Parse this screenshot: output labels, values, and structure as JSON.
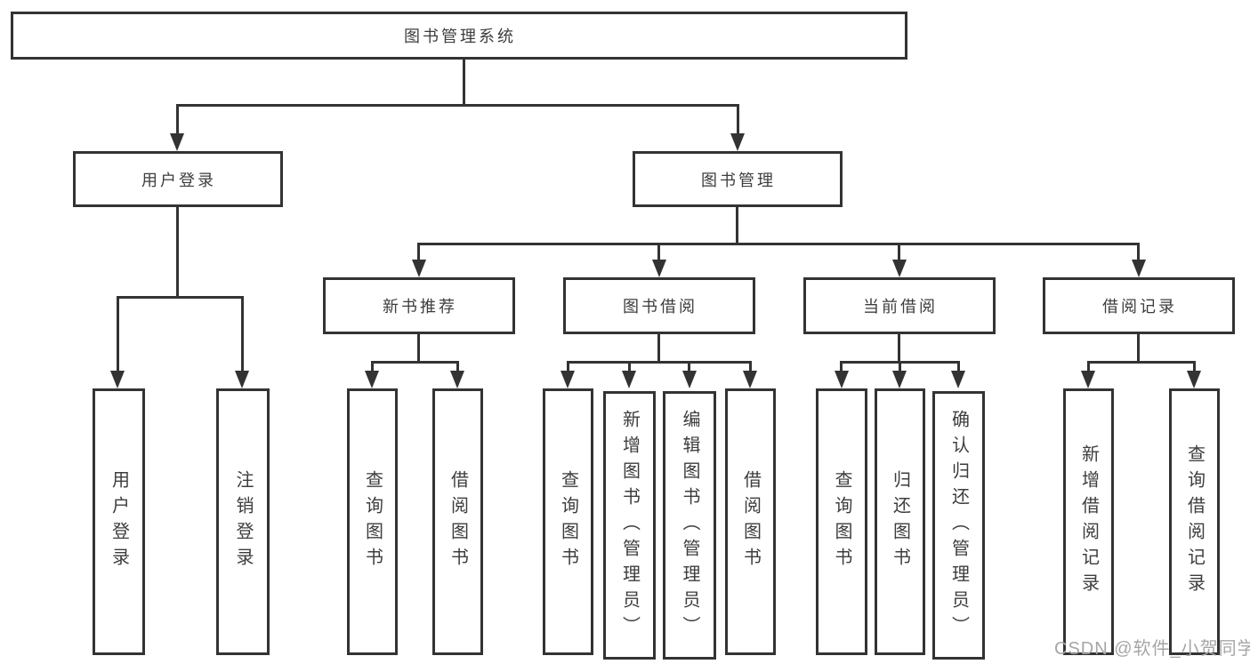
{
  "diagram": {
    "root": {
      "label": "图书管理系统"
    },
    "level2": [
      {
        "label": "用户登录"
      },
      {
        "label": "图书管理"
      }
    ],
    "level3": [
      {
        "label": "新书推荐",
        "parent": "图书管理"
      },
      {
        "label": "图书借阅",
        "parent": "图书管理"
      },
      {
        "label": "当前借阅",
        "parent": "图书管理"
      },
      {
        "label": "借阅记录",
        "parent": "图书管理"
      }
    ],
    "leaves": [
      {
        "label": "用户登录",
        "parent": "用户登录"
      },
      {
        "label": "注销登录",
        "parent": "用户登录"
      },
      {
        "label": "查询图书",
        "parent": "新书推荐"
      },
      {
        "label": "借阅图书",
        "parent": "新书推荐"
      },
      {
        "label": "查询图书",
        "parent": "图书借阅"
      },
      {
        "label": "新增图书（管理员）",
        "parent": "图书借阅"
      },
      {
        "label": "编辑图书（管理员）",
        "parent": "图书借阅"
      },
      {
        "label": "借阅图书",
        "parent": "图书借阅"
      },
      {
        "label": "查询图书",
        "parent": "当前借阅"
      },
      {
        "label": "归还图书",
        "parent": "当前借阅"
      },
      {
        "label": "确认归还（管理员）",
        "parent": "当前借阅"
      },
      {
        "label": "新增借阅记录",
        "parent": "借阅记录"
      },
      {
        "label": "查询借阅记录",
        "parent": "借阅记录"
      }
    ]
  },
  "watermark": {
    "text": "CSDN @软件_小贺同学"
  },
  "colors": {
    "line": "#333333",
    "text": "#3d3d3d",
    "watermark": "#a6a6a6",
    "background": "#ffffff"
  }
}
